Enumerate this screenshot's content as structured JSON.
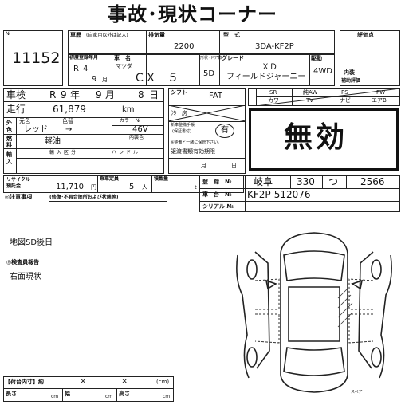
{
  "header": {
    "title": "事故･現状コーナー"
  },
  "lot": {
    "no_label": "№",
    "no_value": "11152"
  },
  "row1": {
    "history_label": "車歴",
    "history_note": "(自家用以外は記入)",
    "displacement_label": "排気量",
    "displacement_value": "2200",
    "model_label": "型　式",
    "model_value": "3DA-KF2P",
    "rating_label": "評価点"
  },
  "row2": {
    "first_reg_label": "初度登録年月",
    "first_reg_era": "R",
    "first_reg_year": "4",
    "first_reg_month": "9",
    "first_reg_month_unit": "月",
    "car_name_label": "車　名",
    "maker": "マツダ",
    "car_name": "ＣＸ－５",
    "doors_label": "形状･ドア数",
    "doors_value": "5D",
    "grade_label": "グレード",
    "grade_line1": "ＸＤ",
    "grade_line2": "フィールドジャーニー",
    "drive_label": "駆動",
    "drive_value": "4WD",
    "interior_label": "内装",
    "interior_sub": "補助評価"
  },
  "inspection": {
    "label": "車検",
    "era": "R",
    "year": "9",
    "year_unit": "年",
    "month": "9",
    "month_unit": "月",
    "day": "8",
    "day_unit": "日"
  },
  "mileage": {
    "label": "走行",
    "value": "61,879",
    "unit": "km"
  },
  "color": {
    "ext_label": "外色",
    "origin_label": "元色",
    "tone_label": "色替",
    "value": "レッド",
    "arrow": "→",
    "code_label": "カラー №",
    "code_value": "46V",
    "int_label": "内装色"
  },
  "fuel": {
    "label": "燃料",
    "value": "軽油"
  },
  "import": {
    "label_ax": "輸入区分",
    "handle_label": "ハンドル",
    "side_label": "輸入"
  },
  "shift": {
    "label": "シフト",
    "value": "FAT",
    "aircon_label": "冷房"
  },
  "equipment": {
    "items": [
      {
        "label": "SR",
        "value": "カワ"
      },
      {
        "label": "純AW",
        "value": "TV"
      },
      {
        "label": "PS",
        "value": "ナビ"
      },
      {
        "label": "PW",
        "value": "エアB"
      }
    ]
  },
  "manual": {
    "label_line1": "新車整備手帳",
    "label_line2": "(保証書付)",
    "value": "有",
    "note": "※整備と一緒に保管下さい。"
  },
  "warranty": {
    "label": "譲渡書類有効期限",
    "month_unit": "月",
    "day_unit": "日"
  },
  "stamp": {
    "text": "無効"
  },
  "recycle": {
    "label_line1": "リサイクル",
    "label_line2": "預託金",
    "value": "11,710",
    "unit": "円",
    "capacity_label": "乗車定員",
    "capacity_value": "5",
    "capacity_unit": "人",
    "load_label": "積載量",
    "load_unit": "t"
  },
  "registration": {
    "reg_label": "登　録　№",
    "reg_region": "岐阜",
    "reg_class": "330",
    "reg_kana": "つ",
    "reg_number": "2566",
    "chassis_label": "車　台　№",
    "chassis_value": "KF2P-512076",
    "serial_label": "シリアル №"
  },
  "notes": {
    "caution_label": "◎注意事項",
    "caution_sub": "(修復･不具合箇所および状態等)",
    "line1": "地図SD後日",
    "inspector_label": "◎検査員報告",
    "line2": "右面現状"
  },
  "diagram": {
    "spare_label": "スペア"
  },
  "cargo": {
    "label": "【荷台内寸】約",
    "x1": "×",
    "x2": "×",
    "unit": "(cm)",
    "length_label": "長さ",
    "width_label": "幅",
    "height_label": "高さ",
    "cm": "cm"
  }
}
